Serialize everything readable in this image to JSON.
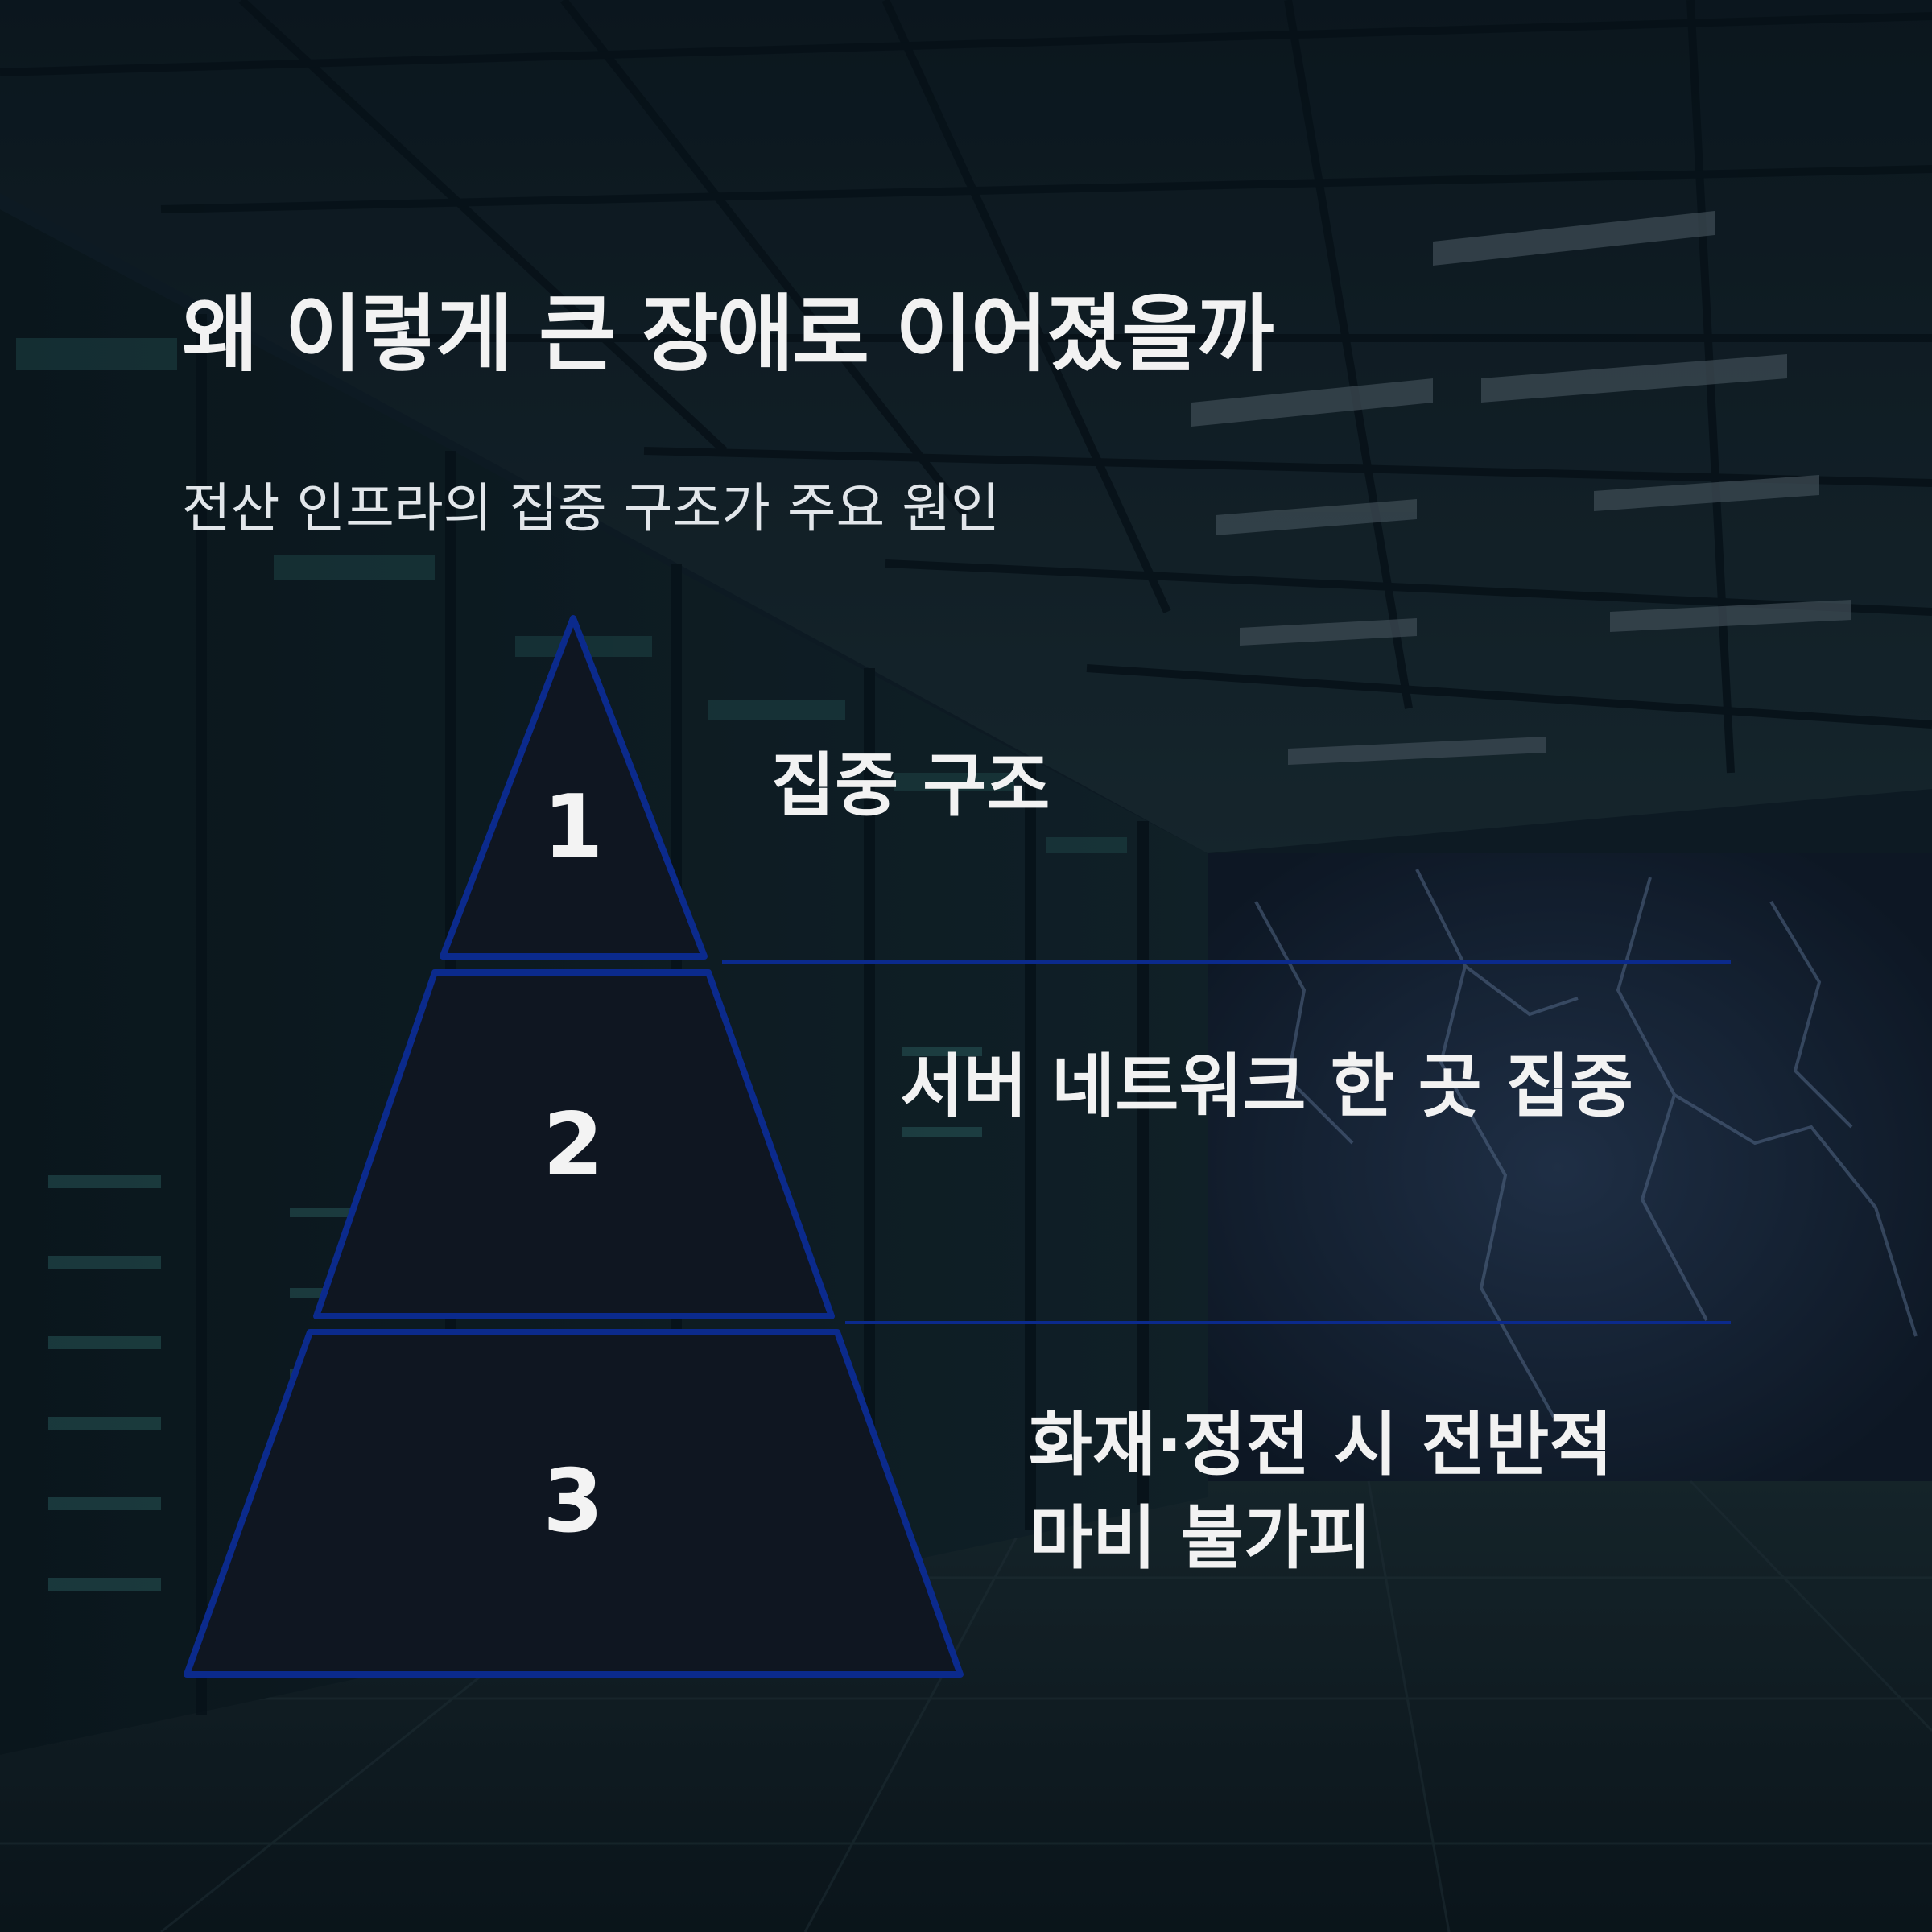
{
  "title": "왜 이렇게 큰 장애로 이어졌을까",
  "subtitle": "전산 인프라의 집중 구조가 주요 원인",
  "tiers": [
    {
      "number": "1",
      "label": "집중 구조"
    },
    {
      "number": "2",
      "label": "서버 네트워크 한 곳 집중"
    },
    {
      "number": "3",
      "label": "화재·정전 시 전반적 마비 불가피"
    }
  ],
  "colors": {
    "tier_fill": "#0f1621",
    "tier_stroke": "#0b2a8c",
    "text": "#f2f2f2",
    "background": "#13232c"
  }
}
